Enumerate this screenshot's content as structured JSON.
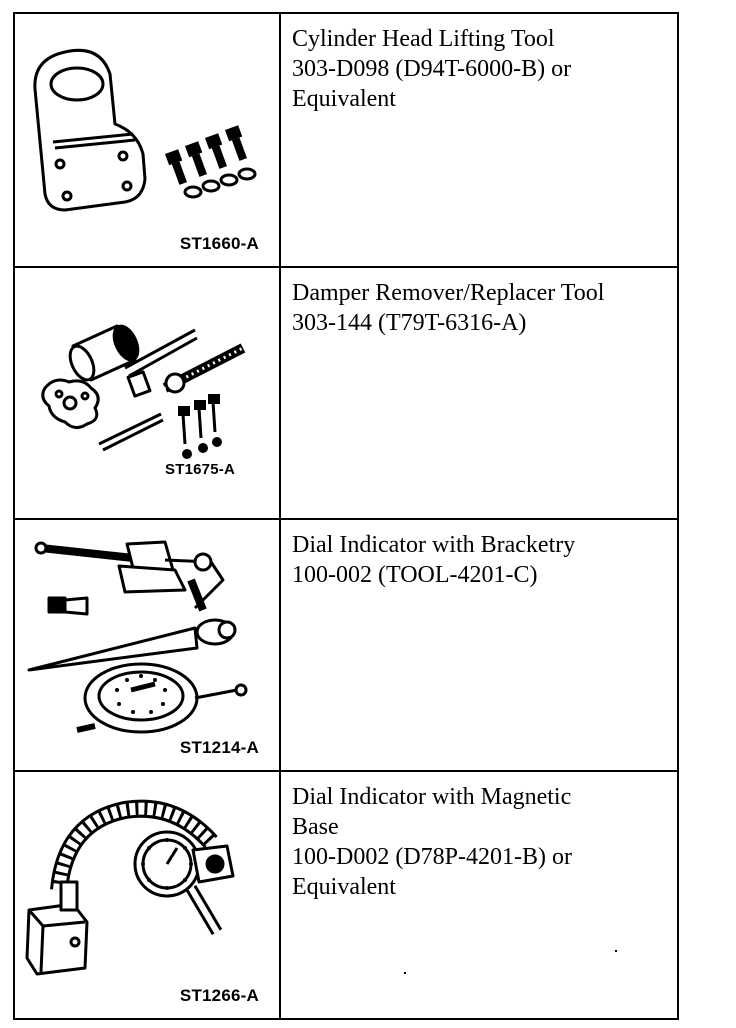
{
  "tools": [
    {
      "part_label": "ST1660-A",
      "lines": [
        "Cylinder Head Lifting Tool",
        "303-D098 (D94T-6000-B) or",
        "Equivalent"
      ],
      "icon": "lifting-bracket-icon"
    },
    {
      "part_label": "ST1675-A",
      "lines": [
        "Damper Remover/Replacer Tool",
        "303-144 (T79T-6316-A)"
      ],
      "icon": "damper-puller-icon"
    },
    {
      "part_label": "ST1214-A",
      "lines": [
        "Dial Indicator with Bracketry",
        "100-002 (TOOL-4201-C)"
      ],
      "icon": "dial-indicator-bracket-icon"
    },
    {
      "part_label": "ST1266-A",
      "lines": [
        "Dial Indicator with Magnetic",
        "Base",
        "100-D002 (D78P-4201-B) or",
        "Equivalent"
      ],
      "icon": "dial-indicator-magnetic-base-icon"
    }
  ]
}
